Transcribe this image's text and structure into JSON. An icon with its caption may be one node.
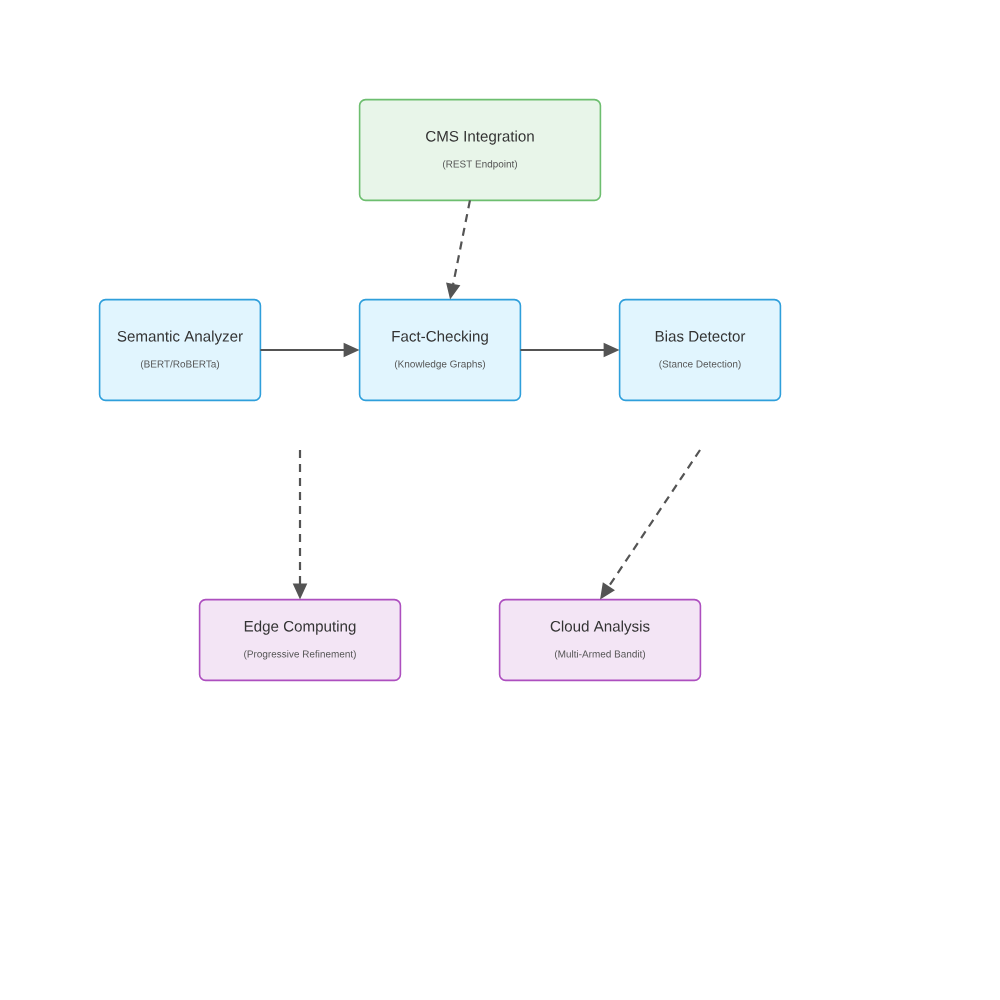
{
  "diagram": {
    "nodes": [
      {
        "text": [
          "CMS Integration",
          "(REST Endpoint)"
        ]
      },
      {
        "text": [
          "Semantic Analyzer",
          "(BERT/RoBERTa)"
        ]
      },
      {
        "text": [
          "Fact-Checking",
          "(Knowledge Graphs)"
        ]
      },
      {
        "text": [
          "Bias Detector",
          "(Stance Detection)"
        ]
      },
      {
        "text": [
          "Edge Computing",
          "(Progressive Refinement)"
        ]
      },
      {
        "text": [
          "Cloud Analysis",
          "(Multi-Armed Bandit)"
        ]
      }
    ],
    "edges": [
      {
        "from": 0,
        "to": 2,
        "arrow": "to",
        "style": "dashed"
      },
      {
        "from": 1,
        "to": 2,
        "arrow": "to"
      },
      {
        "from": 2,
        "to": 3,
        "arrow": "to"
      },
      {
        "from": null,
        "to": 4,
        "arrow": "to",
        "style": "dashed"
      },
      {
        "from": null,
        "to": 5,
        "arrow": "to",
        "style": "dashed"
      }
    ]
  }
}
